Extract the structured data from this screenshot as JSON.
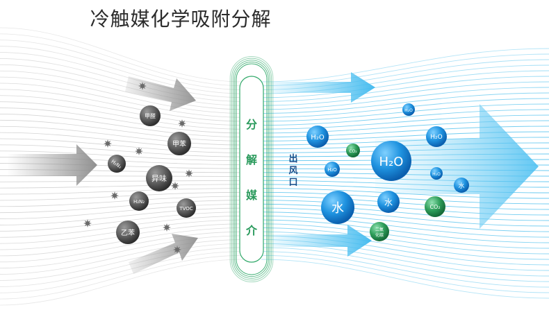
{
  "title": "冷触媒化学吸附分解",
  "filter_labels": [
    "分",
    "解",
    "媒",
    "介"
  ],
  "outlet_label": [
    "出",
    "风",
    "口"
  ],
  "pollutants": [
    {
      "label": "甲醛",
      "name": "formaldehyde"
    },
    {
      "label": "甲苯",
      "name": "toluene"
    },
    {
      "label": "H₂N₂",
      "name": "h2n2-small"
    },
    {
      "label": "异味",
      "name": "odor"
    },
    {
      "label": "H₂N₂",
      "name": "h2n2"
    },
    {
      "label": "TVOC",
      "name": "tvoc"
    },
    {
      "label": "乙苯",
      "name": "ethylbenzene"
    }
  ],
  "products": [
    {
      "label": "H₂O",
      "name": "h2o-top-small",
      "color": "blue"
    },
    {
      "label": "H₂O",
      "name": "h2o-left",
      "color": "blue"
    },
    {
      "label": "CO₂",
      "name": "co2-small",
      "color": "green"
    },
    {
      "label": "H₂O",
      "name": "h2o-large",
      "color": "blue"
    },
    {
      "label": "H₂O",
      "name": "h2o-right-top",
      "color": "blue"
    },
    {
      "label": "H₂O",
      "name": "h2o-mid-left",
      "color": "blue"
    },
    {
      "label": "H₂O",
      "name": "h2o-mid-right",
      "color": "blue"
    },
    {
      "label": "水",
      "name": "water-large",
      "color": "blue"
    },
    {
      "label": "水",
      "name": "water-mid",
      "color": "blue"
    },
    {
      "label": "水",
      "name": "water-right",
      "color": "blue"
    },
    {
      "label": "CO₂",
      "name": "co2-right",
      "color": "green"
    },
    {
      "label": "二氧化碳",
      "name": "carbon-dioxide",
      "color": "green"
    }
  ],
  "colors": {
    "title": "#2b2b2b",
    "grey_lines": "#c9c9c9",
    "blue_lines": "#57c3ee",
    "filter_ring": "#2fa868",
    "filter_text": "#2a9a5c",
    "outlet_text": "#1a4f8a",
    "pollutant": "#5a5a5a",
    "water_blue": "#1a8fd8",
    "co2_green": "#2e9e5a"
  }
}
